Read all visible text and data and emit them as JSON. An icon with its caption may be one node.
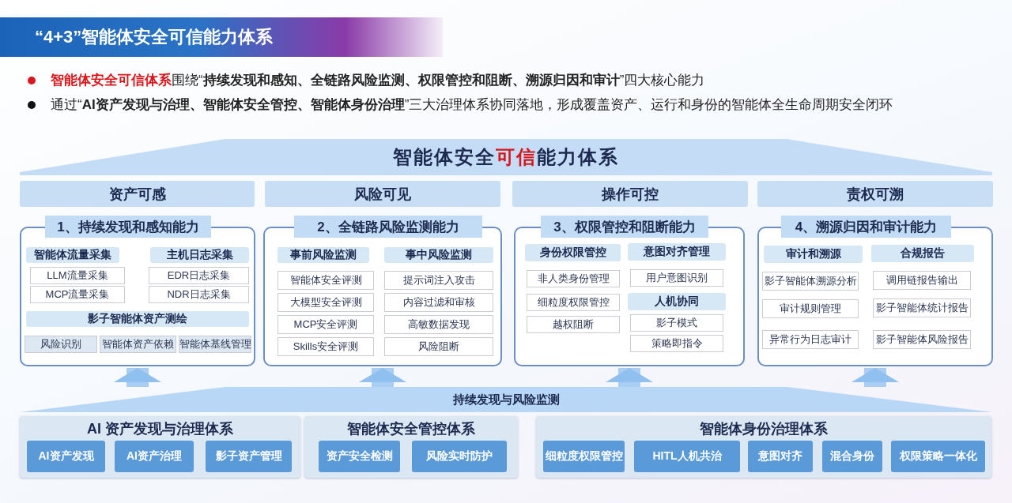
{
  "diagram": {
    "title": "“4+3”智能体安全可信能力体系",
    "nodes": [
      {
        "text": [
          "智能体安全**可信**能力体系"
        ]
      },
      {
        "text": [
          "资产可感"
        ]
      },
      {
        "text": [
          "风险可见"
        ]
      },
      {
        "text": [
          "操作可控"
        ]
      },
      {
        "text": [
          "责权可溯"
        ]
      },
      {
        "text": [
          "1、持续发现和感知能力"
        ]
      },
      {
        "text": [
          "智能体流量采集"
        ],
        "in": 5
      },
      {
        "text": [
          "LLM流量采集"
        ],
        "in": 5
      },
      {
        "text": [
          "MCP流量采集"
        ],
        "in": 5
      },
      {
        "text": [
          "主机日志采集"
        ],
        "in": 5
      },
      {
        "text": [
          "EDR日志采集"
        ],
        "in": 5
      },
      {
        "text": [
          "NDR日志采集"
        ],
        "in": 5
      },
      {
        "text": [
          "影子智能体资产测绘"
        ],
        "in": 5
      },
      {
        "text": [
          "风险识别"
        ],
        "in": 5
      },
      {
        "text": [
          "智能体资产依赖"
        ],
        "in": 5
      },
      {
        "text": [
          "智能体基线管理"
        ],
        "in": 5
      },
      {
        "text": [
          "2、全链路风险监测能力"
        ]
      },
      {
        "text": [
          "事前风险监测"
        ],
        "in": 16
      },
      {
        "text": [
          "智能体安全评测"
        ],
        "in": 16
      },
      {
        "text": [
          "大模型安全评测"
        ],
        "in": 16
      },
      {
        "text": [
          "MCP安全评测"
        ],
        "in": 16
      },
      {
        "text": [
          "Skills安全评测"
        ],
        "in": 16
      },
      {
        "text": [
          "事中风险监测"
        ],
        "in": 16
      },
      {
        "text": [
          "提示词注入攻击"
        ],
        "in": 16
      },
      {
        "text": [
          "内容过滤和审核"
        ],
        "in": 16
      },
      {
        "text": [
          "高敏数据发现"
        ],
        "in": 16
      },
      {
        "text": [
          "风险阻断"
        ],
        "in": 16
      },
      {
        "text": [
          "3、权限管控和阻断能力"
        ]
      },
      {
        "text": [
          "身份权限管控"
        ],
        "in": 27
      },
      {
        "text": [
          "非人类身份管理"
        ],
        "in": 27
      },
      {
        "text": [
          "细粒度权限管控"
        ],
        "in": 27
      },
      {
        "text": [
          "越权阻断"
        ],
        "in": 27
      },
      {
        "text": [
          "意图对齐管理"
        ],
        "in": 27
      },
      {
        "text": [
          "用户意图识别"
        ],
        "in": 27
      },
      {
        "text": [
          "人机协同"
        ],
        "in": 27
      },
      {
        "text": [
          "影子模式"
        ],
        "in": 27
      },
      {
        "text": [
          "策略即指令"
        ],
        "in": 27
      },
      {
        "text": [
          "4、溯源归因和审计能力"
        ]
      },
      {
        "text": [
          "审计和溯源"
        ],
        "in": 37
      },
      {
        "text": [
          "影子智能体溯源分析"
        ],
        "in": 37
      },
      {
        "text": [
          "审计规则管理"
        ],
        "in": 37
      },
      {
        "text": [
          "异常行为日志审计"
        ],
        "in": 37
      },
      {
        "text": [
          "合规报告"
        ],
        "in": 37
      },
      {
        "text": [
          "调用链报告输出"
        ],
        "in": 37
      },
      {
        "text": [
          "影子智能体统计报告"
        ],
        "in": 37
      },
      {
        "text": [
          "影子智能体风险报告"
        ],
        "in": 37
      },
      {
        "text": [
          "持续发现与风险监测"
        ]
      },
      {
        "text": [
          "AI 资产发现与治理体系"
        ]
      },
      {
        "text": [
          "AI资产发现"
        ],
        "in": 47
      },
      {
        "text": [
          "AI资产治理"
        ],
        "in": 47
      },
      {
        "text": [
          "影子资产管理"
        ],
        "in": 47
      },
      {
        "text": [
          "智能体安全管控体系"
        ]
      },
      {
        "text": [
          "资产安全检测"
        ],
        "in": 51
      },
      {
        "text": [
          "风险实时防护"
        ],
        "in": 51
      },
      {
        "text": [
          "智能体身份治理体系"
        ]
      },
      {
        "text": [
          "细粒度权限管控"
        ],
        "in": 54
      },
      {
        "text": [
          "HITL人机共治"
        ],
        "in": 54
      },
      {
        "text": [
          "意图对齐"
        ],
        "in": 54
      },
      {
        "text": [
          "混合身份"
        ],
        "in": 54
      },
      {
        "text": [
          "权限策略一体化"
        ],
        "in": 54
      }
    ],
    "edges": [
      {
        "from": 46,
        "to": 5,
        "arrow": "to"
      },
      {
        "from": 46,
        "to": 16,
        "arrow": "to"
      },
      {
        "from": 46,
        "to": 27,
        "arrow": "to"
      },
      {
        "from": 46,
        "to": 37,
        "arrow": "to"
      }
    ],
    "labels": [
      "**智能体安全可信体系**围绕“**持续发现和感知、全链路风险监测、权限管控和阻断、溯源归因和审计**”四大核心能力",
      "通过“**AI资产发现与治理、智能体安全管控、智能体身份治理**”三大治理体系协同落地，形成覆盖资产、运行和身份的智能体全生命周期安全闭环"
    ]
  }
}
